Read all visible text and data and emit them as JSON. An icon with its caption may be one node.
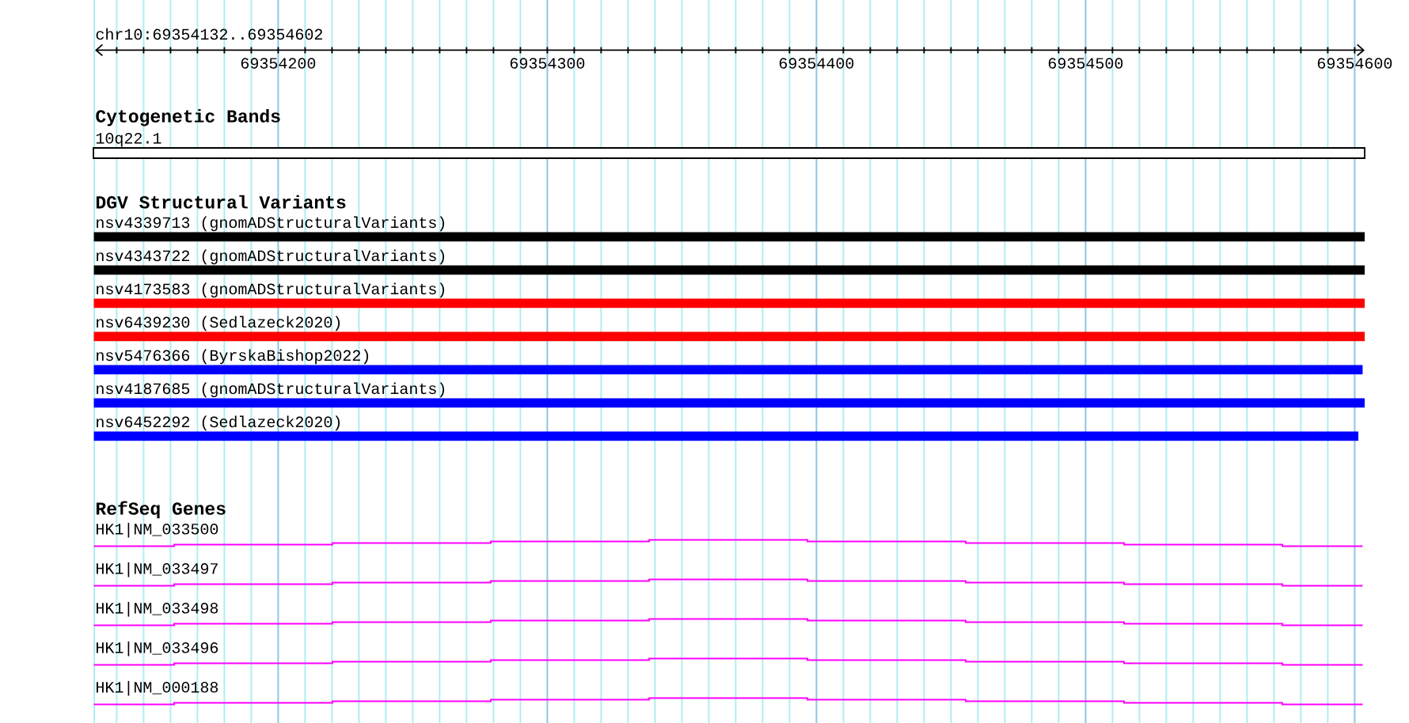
{
  "diagram": {
    "nodes": [
      {
        "text": [
          "10q22.1"
        ]
      },
      {
        "text": [
          "nsv4339713 (gnomADStructuralVariants)"
        ]
      },
      {
        "text": [
          "nsv4343722 (gnomADStructuralVariants)"
        ]
      },
      {
        "text": [
          "nsv4173583 (gnomADStructuralVariants)"
        ]
      },
      {
        "text": [
          "nsv6439230 (Sedlazeck2020)"
        ]
      },
      {
        "text": [
          "nsv5476366 (ByrskaBishop2022)"
        ]
      },
      {
        "text": [
          "nsv4187685 (gnomADStructuralVariants)"
        ]
      },
      {
        "text": [
          "nsv6452292 (Sedlazeck2020)"
        ]
      },
      {
        "text": [
          "HK1|NM_033500"
        ]
      },
      {
        "text": [
          "HK1|NM_033497"
        ]
      },
      {
        "text": [
          "HK1|NM_033498"
        ]
      },
      {
        "text": [
          "HK1|NM_033496"
        ]
      },
      {
        "text": [
          "HK1|NM_000188"
        ]
      }
    ],
    "labels": [
      "chr10:69354132..69354602",
      "69354200",
      "69354300",
      "69354400",
      "69354500",
      "69354600",
      "Cytogenetic Bands",
      "DGV Structural Variants",
      "RefSeq Genes"
    ]
  }
}
